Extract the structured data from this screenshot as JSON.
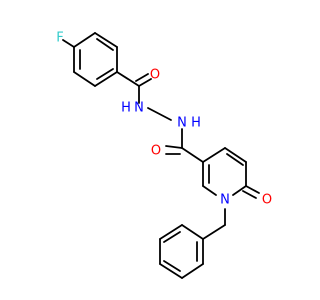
{
  "molecule": {
    "colors": {
      "bond": "#000000",
      "carbon": "#000000",
      "oxygen": "#ff0000",
      "nitrogen": "#0000ff",
      "fluorine": "#33cccc"
    },
    "labels": {
      "fluorine": "F",
      "oxygen_benzoyl": "O",
      "nitrogen_hydrazide_1": "N",
      "hydrogen_hydrazide_1": "H",
      "nitrogen_hydrazide_2": "N",
      "hydrogen_hydrazide_2": "H",
      "oxygen_amide": "O",
      "nitrogen_ring": "N",
      "oxygen_ring": "O"
    }
  }
}
